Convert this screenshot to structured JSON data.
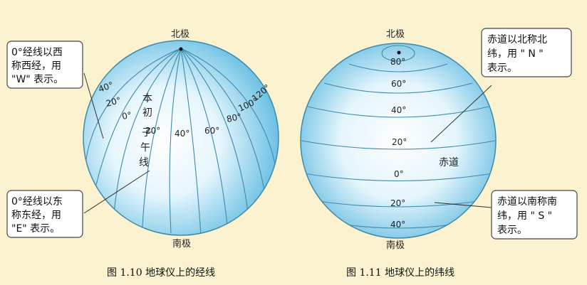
{
  "figure_left": {
    "north_pole": "北极",
    "south_pole": "南极",
    "prime_meridian": [
      "本",
      "初",
      "子",
      "午",
      "线"
    ],
    "longitude_labels": [
      "40°",
      "20°",
      "0°",
      "20°",
      "40°",
      "60°",
      "80°",
      "100°",
      "120°"
    ],
    "callout_west": [
      "0°经线以西",
      "称西经，用",
      "\"W\" 表示。"
    ],
    "callout_east": [
      "0°经线以东",
      "称东经，用",
      "\"E\" 表示。"
    ],
    "caption": "图 1.10   地球仪上的经线"
  },
  "figure_right": {
    "north_pole": "北极",
    "south_pole": "南极",
    "equator": "赤道",
    "latitude_labels": [
      "80°",
      "60°",
      "40°",
      "20°",
      "0°",
      "20°",
      "40°"
    ],
    "callout_north": [
      "赤道以北称北",
      "纬，用 \" N \"",
      "表示。"
    ],
    "callout_south": [
      "赤道以南称南",
      "纬，用 \" S \"",
      "表示。"
    ],
    "caption": "图 1.11   地球仪上的纬线"
  },
  "colors": {
    "background": "#fbf3cf",
    "globe_edge": "#57b7de",
    "globe_center": "#ffffff",
    "grid": "#3f8aa8"
  }
}
